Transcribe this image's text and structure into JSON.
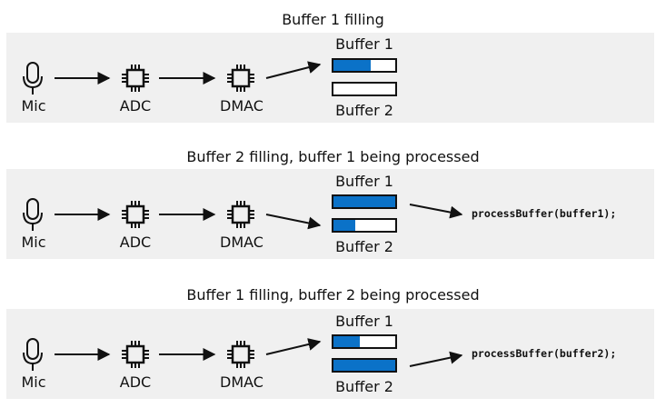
{
  "panels": [
    {
      "title": "Buffer 1 filling",
      "mic_label": "Mic",
      "adc_label": "ADC",
      "dmac_label": "DMAC",
      "buffer1_label": "Buffer 1",
      "buffer2_label": "Buffer 2",
      "buffer1_fill": 0.6,
      "buffer2_fill": 0.0,
      "code": ""
    },
    {
      "title": "Buffer 2 filling, buffer 1 being processed",
      "mic_label": "Mic",
      "adc_label": "ADC",
      "dmac_label": "DMAC",
      "buffer1_label": "Buffer 1",
      "buffer2_label": "Buffer 2",
      "buffer1_fill": 1.0,
      "buffer2_fill": 0.35,
      "code": "processBuffer(buffer1);"
    },
    {
      "title": "Buffer 1 filling, buffer 2 being processed",
      "mic_label": "Mic",
      "adc_label": "ADC",
      "dmac_label": "DMAC",
      "buffer1_label": "Buffer 1",
      "buffer2_label": "Buffer 2",
      "buffer1_fill": 0.42,
      "buffer2_fill": 1.0,
      "code": "processBuffer(buffer2);"
    }
  ],
  "colors": {
    "panel_bg": "#f0f0f0",
    "buffer_fill": "#0b72c8",
    "stroke": "#111111"
  },
  "icons": {
    "mic": "microphone-icon",
    "chip": "chip-icon"
  }
}
